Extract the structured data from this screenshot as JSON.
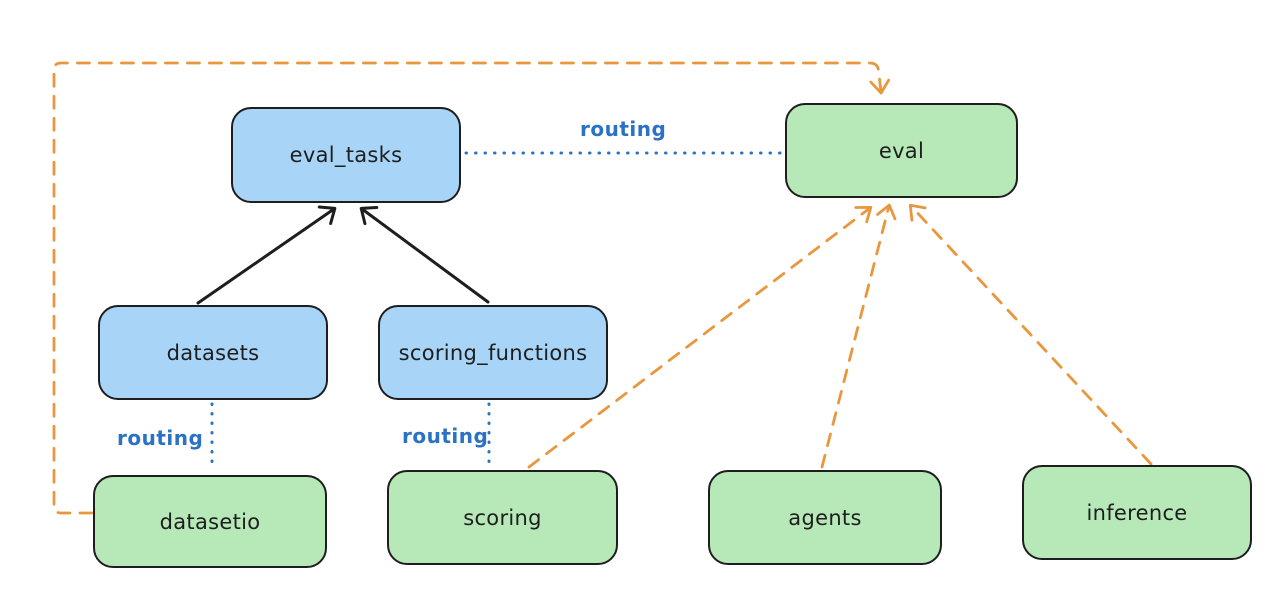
{
  "diagram": {
    "description": "Architecture diagram showing eval APIs routed to provider implementations",
    "colors": {
      "background": "#ffffff",
      "node_blue_fill": "#a8d4f7",
      "node_green_fill": "#b6e8b8",
      "node_border": "#1e1e1e",
      "arrow_black": "#1e1e1e",
      "arrow_orange": "#e9973e",
      "routing_blue": "#2b72c4"
    },
    "nodes": [
      {
        "id": "eval_tasks",
        "label": "eval_tasks",
        "color": "blue"
      },
      {
        "id": "eval",
        "label": "eval",
        "color": "green"
      },
      {
        "id": "datasets",
        "label": "datasets",
        "color": "blue"
      },
      {
        "id": "scoring_functions",
        "label": "scoring_functions",
        "color": "blue"
      },
      {
        "id": "datasetio",
        "label": "datasetio",
        "color": "green"
      },
      {
        "id": "scoring",
        "label": "scoring",
        "color": "green"
      },
      {
        "id": "agents",
        "label": "agents",
        "color": "green"
      },
      {
        "id": "inference",
        "label": "inference",
        "color": "green"
      }
    ],
    "edges": [
      {
        "from": "datasets",
        "to": "eval_tasks",
        "style": "solid-arrow",
        "color": "black"
      },
      {
        "from": "scoring_functions",
        "to": "eval_tasks",
        "style": "solid-arrow",
        "color": "black"
      },
      {
        "from": "eval_tasks",
        "to": "eval",
        "style": "dotted",
        "color": "blue",
        "label": "routing"
      },
      {
        "from": "datasets",
        "to": "datasetio",
        "style": "dotted",
        "color": "blue",
        "label": "routing"
      },
      {
        "from": "scoring_functions",
        "to": "scoring",
        "style": "dotted",
        "color": "blue",
        "label": "routing"
      },
      {
        "from": "datasetio",
        "to": "eval",
        "style": "dashed-arrow",
        "color": "orange"
      },
      {
        "from": "scoring",
        "to": "eval",
        "style": "dashed-arrow",
        "color": "orange"
      },
      {
        "from": "agents",
        "to": "eval",
        "style": "dashed-arrow",
        "color": "orange"
      },
      {
        "from": "inference",
        "to": "eval",
        "style": "dashed-arrow",
        "color": "orange"
      }
    ],
    "edge_labels": [
      {
        "id": "routing-top",
        "text": "routing"
      },
      {
        "id": "routing-left",
        "text": "routing"
      },
      {
        "id": "routing-mid",
        "text": "routing"
      }
    ]
  }
}
